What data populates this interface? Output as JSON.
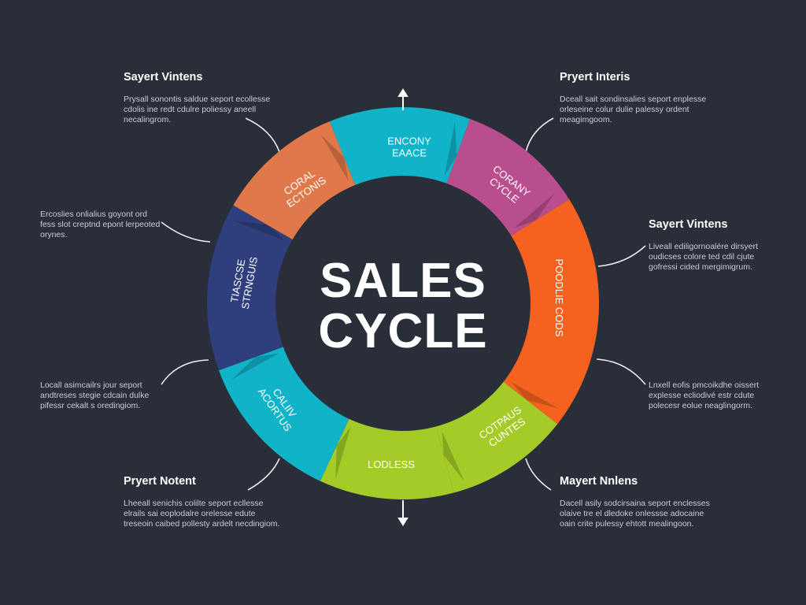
{
  "title": {
    "line1": "SALES",
    "line2": "CYCLE"
  },
  "colors": {
    "background": "#2a2e38",
    "teal": "#10b3c8",
    "magenta": "#b84e8d",
    "orange": "#f5621f",
    "green": "#a5cb28",
    "navy": "#2f3f7d",
    "coral": "#e0784a"
  },
  "segments": [
    {
      "label": [
        "ENCONY",
        "EAACE"
      ],
      "color": "#10b3c8"
    },
    {
      "label": [
        "CORANY",
        "CYCLE"
      ],
      "color": "#b84e8d"
    },
    {
      "label": [
        "POODLIE CODS"
      ],
      "color": "#f5621f"
    },
    {
      "label": [
        "COTPAUS",
        "CUNTES"
      ],
      "color": "#a5cb28"
    },
    {
      "label": [
        "LODLESS"
      ],
      "color": "#a5cb28"
    },
    {
      "label": [
        "CALIIV",
        "ACORTUS"
      ],
      "color": "#10b3c8"
    },
    {
      "label": [
        "TIASCSE",
        "STRNGUIS"
      ],
      "color": "#2f3f7d"
    },
    {
      "label": [
        "CORAL",
        "ECTONIS"
      ],
      "color": "#e0784a"
    }
  ],
  "notes": [
    {
      "heading": "Sayert Vintens",
      "body": "Prysall sonontis saldue seport ecollesse cdolis ine redt cdulre poliessy aneell necalingrom."
    },
    {
      "heading": "Pryert Interis",
      "body": "Dceall sait sondinsalies seport enplesse orleseine colur dulie palessy ordent meagimgoom."
    },
    {
      "heading": "",
      "body": "Ercoslies onlialius goyont ord fess slot creptnd epont lerpeoted orynes."
    },
    {
      "heading": "Sayert Vintens",
      "body": "Liveall ediligornoalére dirsyert oudicses colore ted cdil cjute gofressi cided mergimigrum."
    },
    {
      "heading": "",
      "body": "Locall asimcailrs jour seport andtreses stegie cdcain dulke pifessr cekalt s oredingiom."
    },
    {
      "heading": "",
      "body": "Lnxell eofis pmcoikdhe oissert explesse ecliodivé estr cdute polecesr eolue neaglingorm."
    },
    {
      "heading": "Pryert Notent",
      "body": "Lheeall senichis colilte seport ecllesse elrails sai eoplodalre orelesse edute treseoin caibed pollesty ardelt necdingiom."
    },
    {
      "heading": "Mayert Nnlens",
      "body": "Dacell asily sodcirsaina seport enclesses olaive tre el dledoke onlessse adocaine oain crite pulessy ehtott mealingoon."
    }
  ]
}
